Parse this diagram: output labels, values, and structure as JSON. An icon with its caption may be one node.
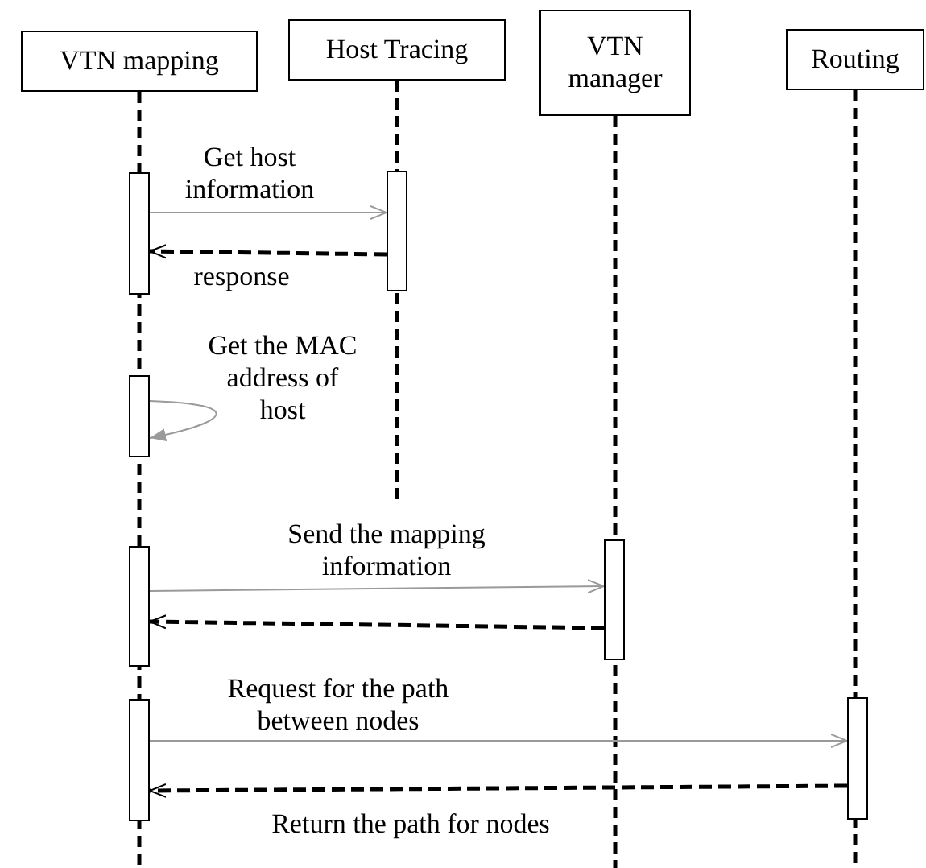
{
  "diagram": {
    "nodes": [
      {
        "text": [
          "VTN mapping"
        ]
      },
      {
        "text": [
          "Host Tracing"
        ]
      },
      {
        "text": [
          "VTN manager"
        ]
      },
      {
        "text": [
          "Routing"
        ]
      },
      {
        "text": [],
        "shape": "bar"
      },
      {
        "text": [],
        "shape": "bar"
      },
      {
        "text": [],
        "shape": "bar"
      },
      {
        "text": [],
        "shape": "bar"
      },
      {
        "text": [],
        "shape": "bar"
      },
      {
        "text": [],
        "shape": "bar"
      },
      {
        "text": [],
        "shape": "bar"
      }
    ],
    "edges": [
      {
        "from": 4,
        "to": 5,
        "arrow": "to",
        "label": "Get host information"
      },
      {
        "from": 5,
        "to": 4,
        "arrow": "to",
        "label": "response",
        "style": "dashed",
        "color": "#000000"
      },
      {
        "from": 6,
        "to": 6,
        "arrow": "to",
        "label": "Get the MAC address of host"
      },
      {
        "from": 7,
        "to": 8,
        "arrow": "to",
        "label": "Send the mapping information"
      },
      {
        "from": 8,
        "to": 7,
        "arrow": "to",
        "style": "dashed",
        "color": "#000000"
      },
      {
        "from": 9,
        "to": 10,
        "arrow": "to",
        "label": "Request for the path between nodes"
      },
      {
        "from": 10,
        "to": 9,
        "arrow": "to",
        "label": "Return the path for nodes",
        "style": "dashed",
        "color": "#000000"
      }
    ]
  }
}
